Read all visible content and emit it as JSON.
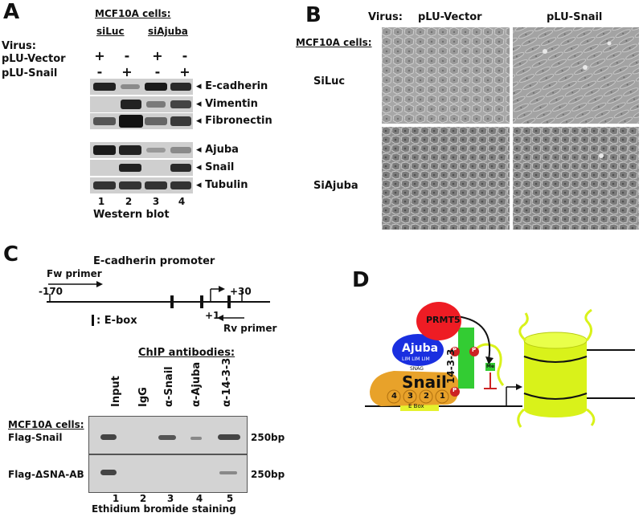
{
  "panel_a": {
    "letter": "A",
    "cells_title": "MCF10A cells:",
    "groups": [
      "siLuc",
      "siAjuba"
    ],
    "virus_label": "Virus:",
    "rows": [
      {
        "name": "pLU-Vector",
        "signs": [
          "+",
          "-",
          "+",
          "-"
        ]
      },
      {
        "name": "pLU-Snail",
        "signs": [
          "-",
          "+",
          "-",
          "+"
        ]
      }
    ],
    "markers": [
      "E-cadherin",
      "Vimentin",
      "Fibronectin",
      "Ajuba",
      "Snail",
      "Tubulin"
    ],
    "lanes": [
      "1",
      "2",
      "3",
      "4"
    ],
    "caption": "Western blot"
  },
  "panel_b": {
    "letter": "B",
    "virus_label": "Virus:",
    "columns": [
      "pLU-Vector",
      "pLU-Snail"
    ],
    "cells_title": "MCF10A cells:",
    "rows": [
      "SiLuc",
      "SiAjuba"
    ]
  },
  "panel_c": {
    "letter": "C",
    "promoter_title": "E-cadherin promoter",
    "fw_primer": "Fw primer",
    "rv_primer": "Rv primer",
    "pos_start": "-170",
    "pos_tss": "+1",
    "pos_end": "+30",
    "ebox_legend": ": E-box",
    "chip_title": "ChIP antibodies:",
    "antibodies": [
      "Input",
      "IgG",
      "α-Snail",
      "α-Ajuba",
      "α-14-3-3"
    ],
    "cells_title": "MCF10A cells:",
    "gel_rows": [
      "Flag-Snail",
      "Flag-ΔSNA-AB"
    ],
    "size_labels": [
      "250bp",
      "250bp"
    ],
    "lanes": [
      "1",
      "2",
      "3",
      "4",
      "5"
    ],
    "caption": "Ethidium bromide staining"
  },
  "panel_d": {
    "letter": "D",
    "prmt5": "PRMT5",
    "ajuba": "Ajuba",
    "lim": "LIM LIM LIM",
    "snag": "SNAG",
    "snail": "Snail",
    "fingers": [
      "4",
      "3",
      "2",
      "1"
    ],
    "p": "P",
    "me": "Me",
    "protein_1433": "14-3-3",
    "ebox": "E Box",
    "colors": {
      "prmt5": "#ee1c24",
      "ajuba": "#1a2fe0",
      "snail": "#e8a22a",
      "p1433": "#33cc33",
      "nucleosome": "#d9f21a",
      "ebox": "#e5f22e"
    }
  }
}
